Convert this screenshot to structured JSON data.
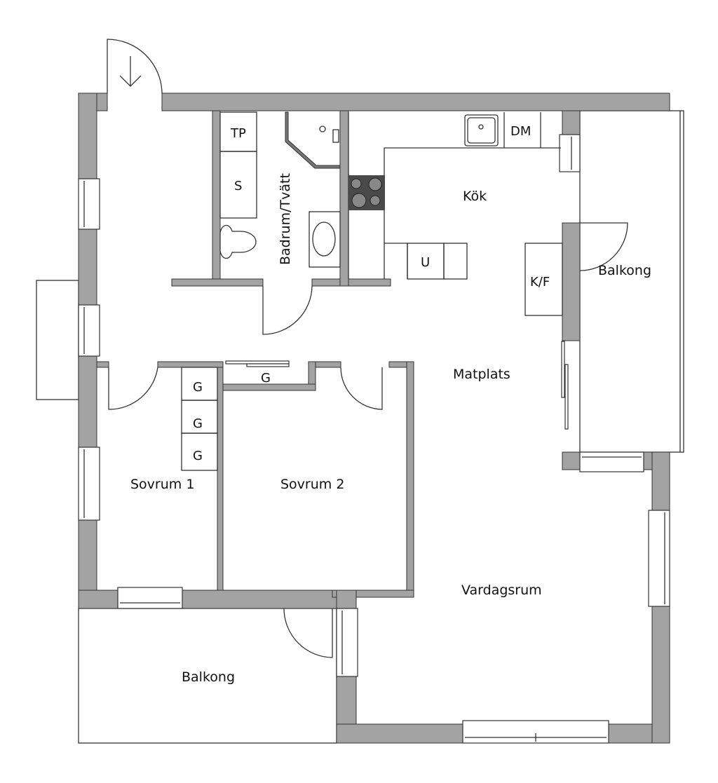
{
  "rooms": {
    "bathroom": "Badrum/Tvätt",
    "kitchen": "Kök",
    "balcony_east": "Balkong",
    "dining": "Matplats",
    "bedroom1": "Sovrum 1",
    "bedroom2": "Sovrum 2",
    "living": "Vardagsrum",
    "balcony_south": "Balkong"
  },
  "fixtures": {
    "dryer": "TP",
    "cabinet": "S",
    "dishwasher": "DM",
    "oven": "U",
    "fridge_freezer": "K/F",
    "wardrobe_hall": "G",
    "wardrobe1": "G",
    "wardrobe2": "G",
    "wardrobe3": "G"
  },
  "colors": {
    "wall": "#a3a3a3",
    "stove": "#4a4a4a",
    "line": "#333333"
  }
}
